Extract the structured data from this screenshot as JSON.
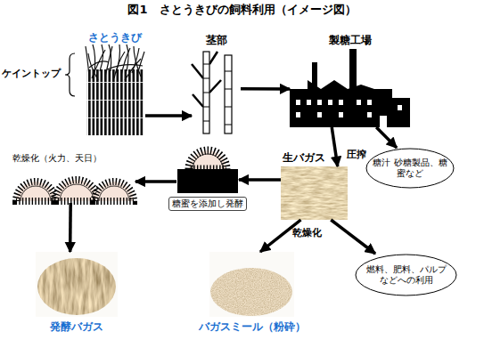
{
  "diagram": {
    "title": "図1　さとうきびの飼料利用（イメージ図）",
    "nodes": [
      {
        "text": [
          "さとうきび"
        ]
      },
      {
        "text": [
          "茎部"
        ]
      },
      {
        "text": [
          "製糖工場"
        ]
      },
      {
        "text": [
          "糖汁 砂糖製品、糖蜜など"
        ]
      },
      {
        "text": [
          "生バガス"
        ]
      },
      {
        "text": [
          "燃料、肥料、パルプなどへの利用"
        ]
      },
      {
        "text": [
          "糖蜜を添加し発酵"
        ]
      },
      {
        "text": [
          "乾燥化（火力、天日）"
        ]
      },
      {
        "text": [
          "発酵バガス"
        ]
      },
      {
        "text": [
          "バガスミール（粉砕）"
        ]
      }
    ],
    "edges": [
      {
        "from": 0,
        "to": 1,
        "arrow": "to"
      },
      {
        "from": 1,
        "to": 2,
        "arrow": "to"
      },
      {
        "from": 2,
        "to": 4,
        "arrow": "to"
      },
      {
        "from": 2,
        "to": 3,
        "label": "圧搾",
        "arrow": "to"
      },
      {
        "from": 4,
        "to": 9,
        "label": "乾燥化",
        "arrow": "to"
      },
      {
        "from": 4,
        "to": 5,
        "arrow": "to"
      },
      {
        "from": 4,
        "to": 6,
        "arrow": "to"
      },
      {
        "from": 6,
        "to": 7,
        "arrow": "to"
      },
      {
        "from": 7,
        "to": 8,
        "arrow": "to"
      }
    ],
    "labels": [
      "ケイントップ"
    ]
  }
}
